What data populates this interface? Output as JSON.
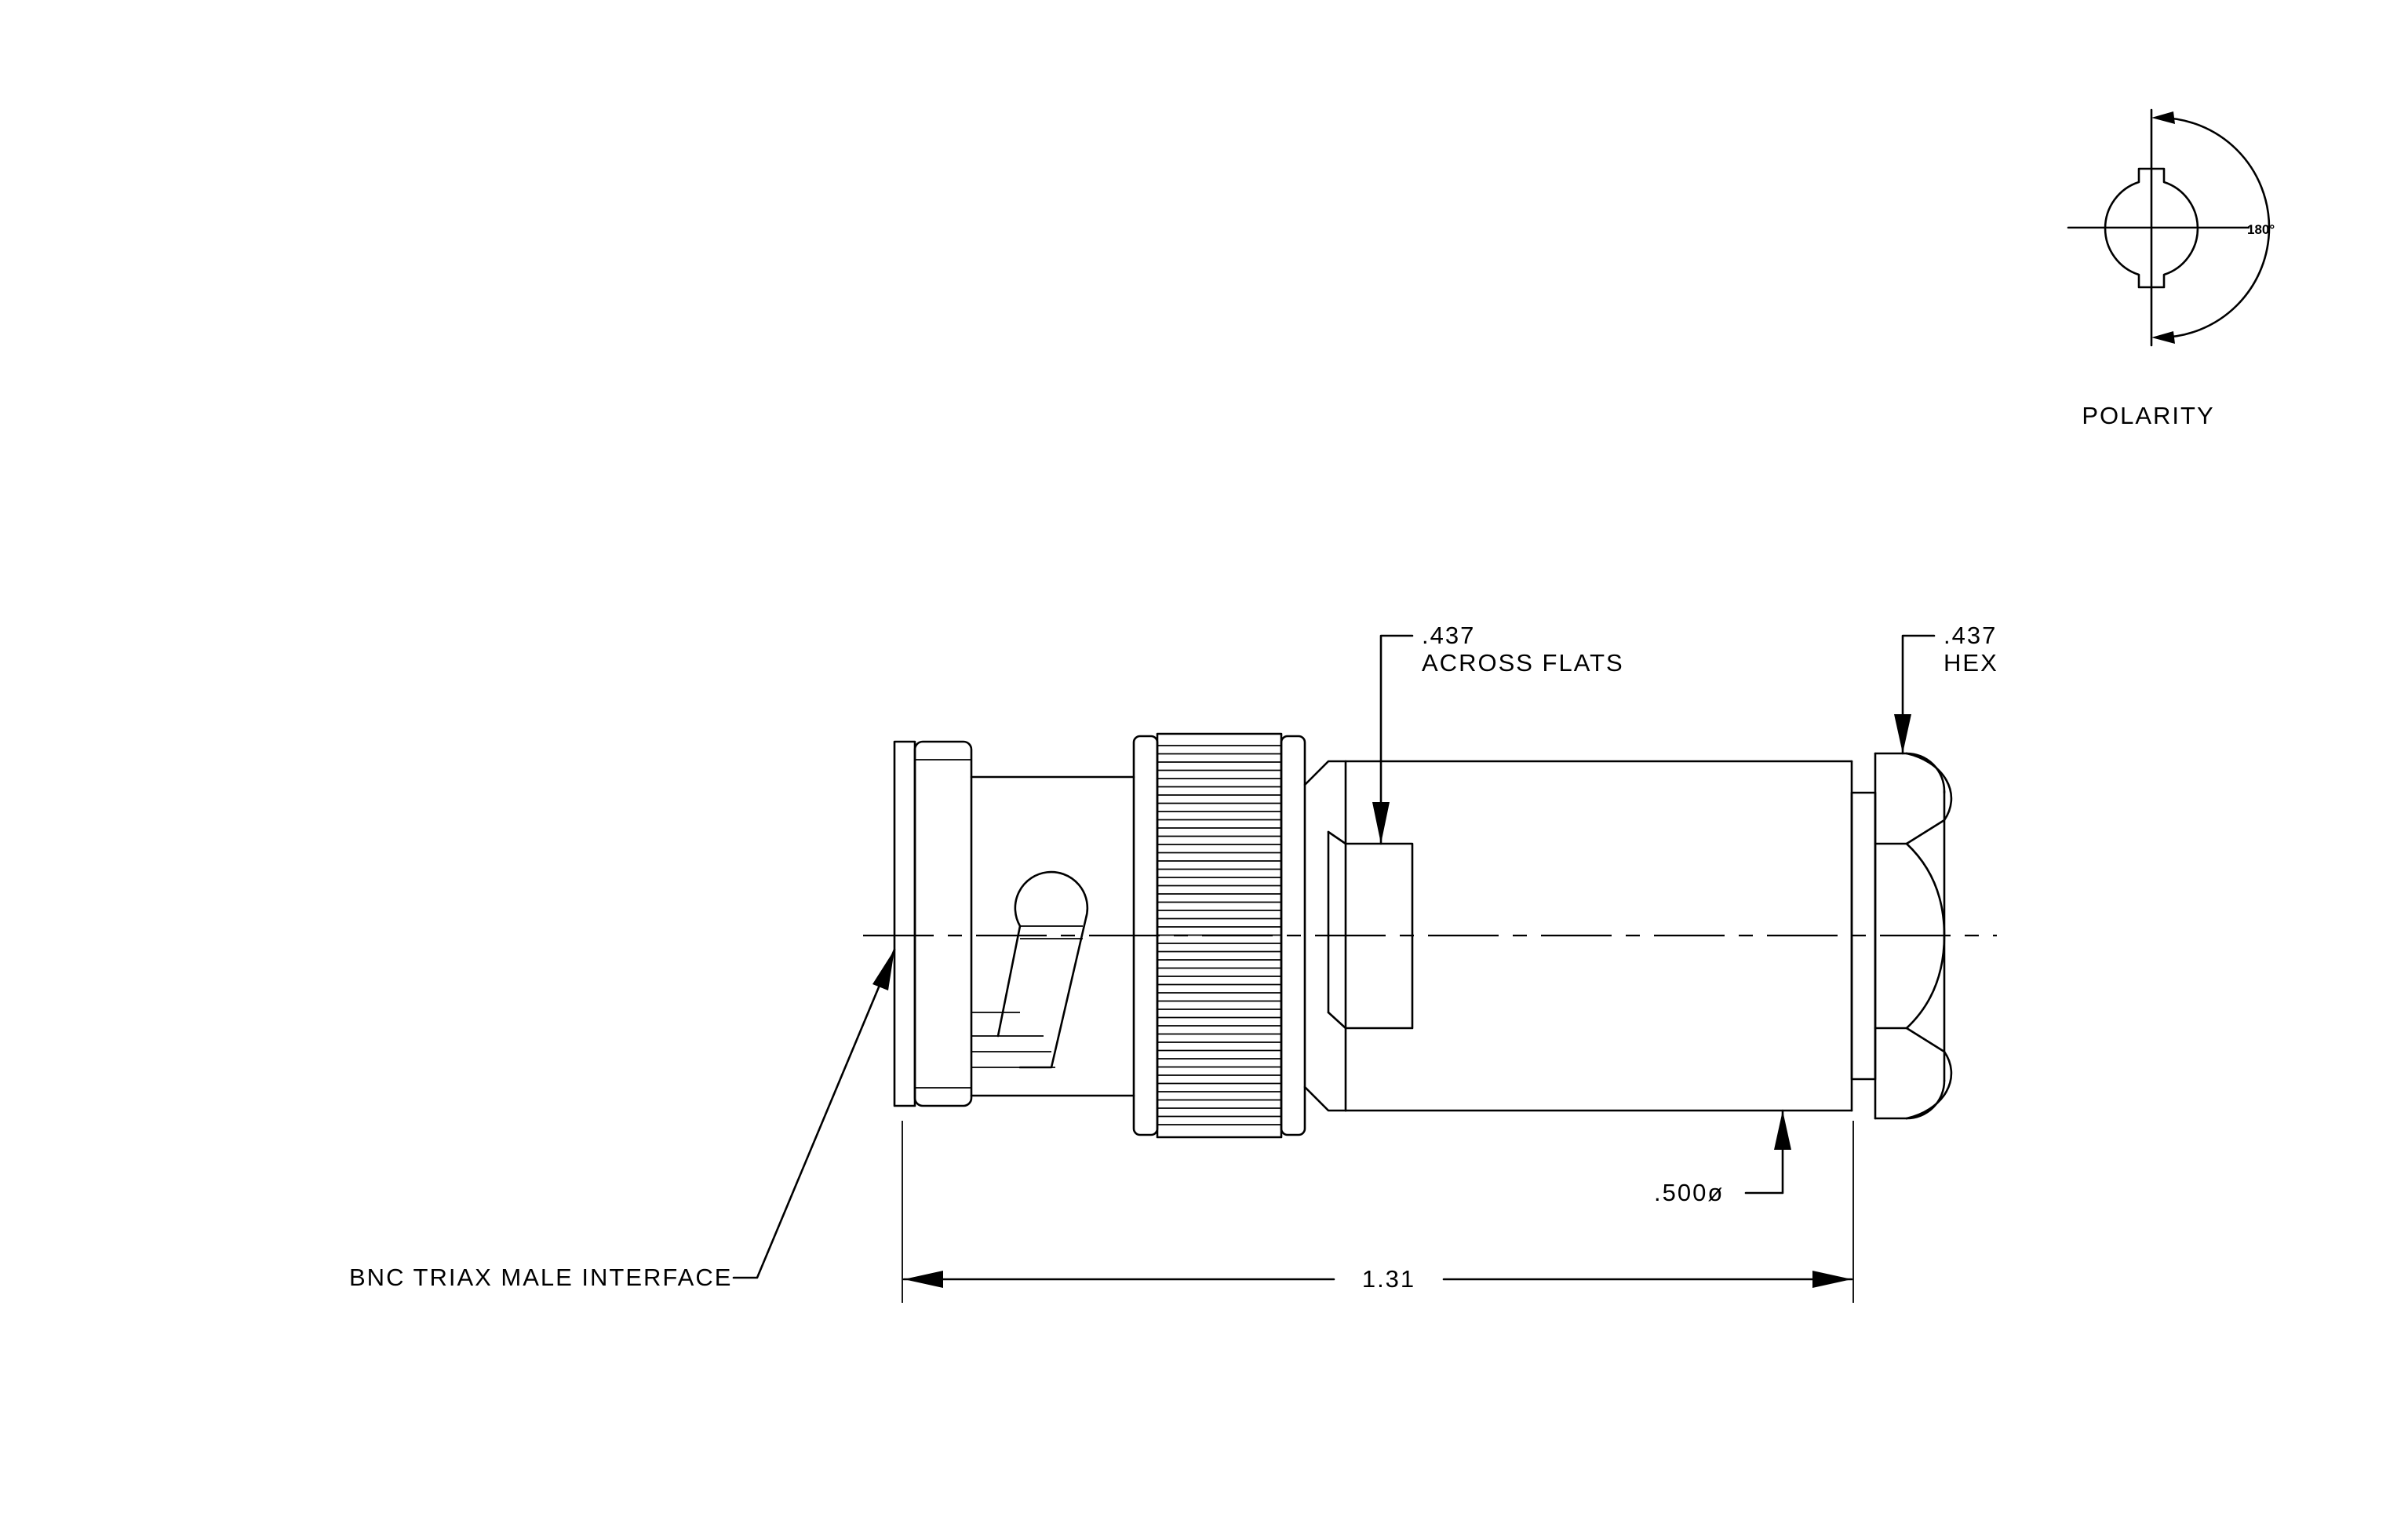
{
  "polarity": {
    "title": "POLARITY",
    "angle_label": "180°"
  },
  "callouts": {
    "across_flats": {
      "value": ".437",
      "text": "ACROSS FLATS"
    },
    "hex": {
      "value": ".437",
      "text": "HEX"
    },
    "diameter": ".500ø",
    "interface": "BNC TRIAX MALE INTERFACE"
  },
  "dimensions": {
    "overall_length": "1.31"
  }
}
